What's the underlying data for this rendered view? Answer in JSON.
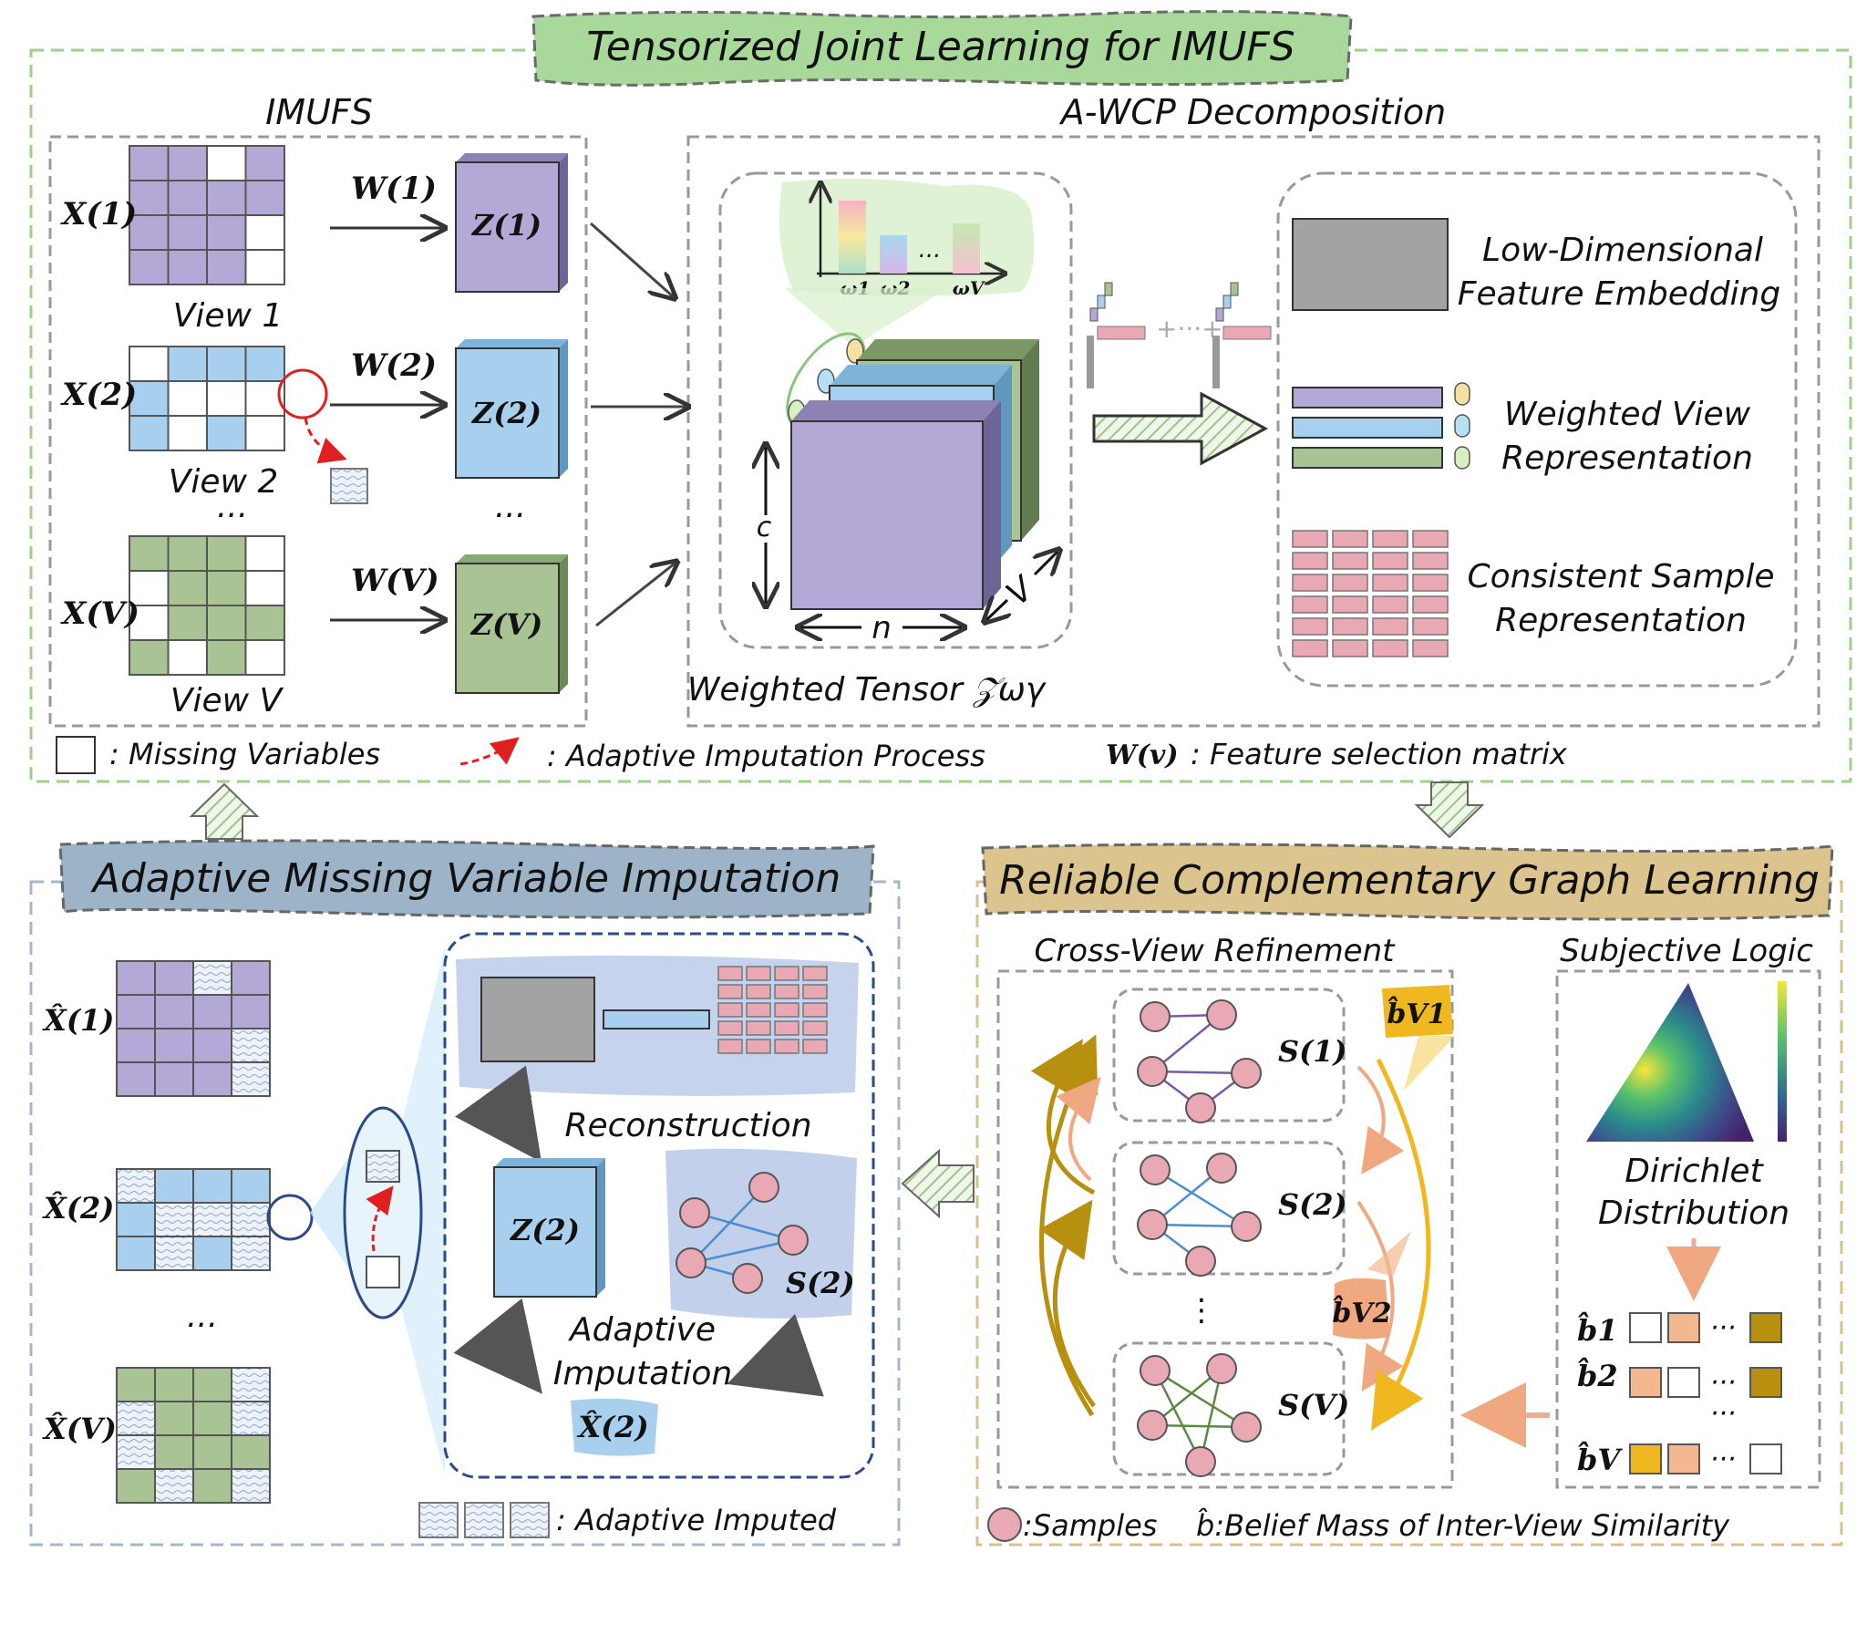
{
  "top_panel": {
    "title": "Tensorized Joint Learning for IMUFS",
    "imufs_label": "IMUFS",
    "awcp_label": "A-WCP Decomposition",
    "views": [
      {
        "x": "X(1)",
        "w": "W(1)",
        "z": "Z(1)",
        "caption": "View 1"
      },
      {
        "x": "X(2)",
        "w": "W(2)",
        "z": "Z(2)",
        "caption": "View 2"
      },
      {
        "x": "X(V)",
        "w": "W(V)",
        "z": "Z(V)",
        "caption": "View V"
      }
    ],
    "ellipsis": "...",
    "omega_labels": [
      "ω1",
      "ω2",
      "ωV"
    ],
    "axis_c": "c",
    "axis_n": "n",
    "axis_v": "V",
    "tensor_caption": "Weighted Tensor 𝒵ωγ",
    "outputs": [
      [
        "Low-Dimensional",
        "Feature Embedding"
      ],
      [
        "Weighted View",
        "Representation"
      ],
      [
        "Consistent Sample",
        "Representation"
      ]
    ],
    "legend": {
      "missing": ": Missing Variables",
      "imputation": ": Adaptive Imputation Process",
      "w_symbol": "W(v)",
      "w_text": ": Feature selection matrix"
    }
  },
  "left_panel": {
    "title": "Adaptive Missing Variable Imputation",
    "matrices": [
      "X̂(1)",
      "X̂(2)",
      "X̂(V)"
    ],
    "ellipsis": "...",
    "reconstruction": "Reconstruction",
    "z2": "Z(2)",
    "s2": "S(2)",
    "adaptive_imputation": [
      "Adaptive",
      "Imputation"
    ],
    "x2_hat": "X̂(2)",
    "legend": ": Adaptive Imputed"
  },
  "right_panel": {
    "title": "Reliable Complementary Graph Learning",
    "cross_view": "Cross-View Refinement",
    "subjective_logic": "Subjective Logic",
    "graphs": [
      "S(1)",
      "S(2)",
      "S(V)"
    ],
    "belief_tags": [
      "b̂V1",
      "b̂V2"
    ],
    "dirichlet": [
      "Dirichlet",
      "Distribution"
    ],
    "belief_rows": [
      "b̂1",
      "b̂2",
      "b̂V"
    ],
    "legend_samples": ":Samples",
    "legend_belief": "b̂:Belief Mass of Inter-View Similarity"
  },
  "colors": {
    "purple": "#b3a8d6",
    "blue": "#a8d0ee",
    "green": "#a9c394",
    "pink": "#e8a8b4",
    "gray": "#a3a3a3",
    "top_title_bg": "#a8d89a",
    "left_title_bg": "#9db4c8",
    "right_title_bg": "#dcc48e"
  }
}
